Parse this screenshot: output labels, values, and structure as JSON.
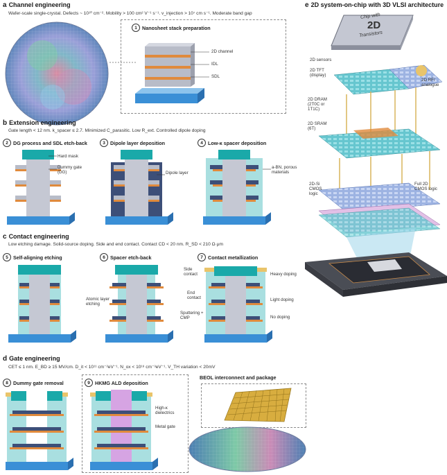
{
  "a": {
    "letter": "a",
    "title": "Channel engineering",
    "desc": "Wafer-scale single-crystal. Defects ~ 10¹⁰ cm⁻². Mobility > 100 cm² V⁻¹ s⁻¹. v_injection > 10⁷ cm s⁻¹. Moderate band gap",
    "step1": {
      "n": "1",
      "title": "Nanosheet stack preparation"
    },
    "labels": [
      "2D channel",
      "IDL",
      "SDL"
    ]
  },
  "b": {
    "letter": "b",
    "title": "Extension engineering",
    "desc": "Gate length < 12 nm. k_spacer ≤ 2.7. Minimized C_parasitic. Low R_ext. Controlled dipole doping",
    "step2": {
      "n": "2",
      "title": "DG process and SDL etch-back"
    },
    "step3": {
      "n": "3",
      "title": "Dipole layer deposition"
    },
    "step4": {
      "n": "4",
      "title": "Low-κ spacer deposition"
    },
    "labels": {
      "hard_mask": "Hard mask",
      "dummy_gate": "Dummy gate (DG)",
      "dipole": "Dipole layer",
      "abn": "a-BN, porous materials"
    }
  },
  "c": {
    "letter": "c",
    "title": "Contact engineering",
    "desc": "Low etching damage. Solid-source doping. Side and end contact. Contact CD < 20 nm. R_SD < 210 Ω·μm",
    "step5": {
      "n": "5",
      "title": "Self-aligning etching"
    },
    "step6": {
      "n": "6",
      "title": "Spacer etch-back"
    },
    "step7": {
      "n": "7",
      "title": "Contact metallization"
    },
    "labels": {
      "ale": "Atomic layer etching",
      "side": "Side contact",
      "end": "End contact",
      "sput": "Sputtering + CMP",
      "heavy": "Heavy doping",
      "light": "Light doping",
      "nodop": "No doping"
    }
  },
  "d": {
    "letter": "d",
    "title": "Gate engineering",
    "desc": "CET ≤ 1 nm. E_BD ≥ 15 MV/cm. D_it < 10¹¹ cm⁻²eV⁻¹. N_ox < 10¹⁸ cm⁻³eV⁻¹. V_TH variation < 20mV",
    "step8": {
      "n": "8",
      "title": "Dummy gate removal"
    },
    "step9": {
      "n": "9",
      "title": "HKMG ALD deposition"
    },
    "beol": "BEOL interconnect and package",
    "labels": {
      "hk": "High-κ dielectrics",
      "mg": "Metal gate"
    }
  },
  "e": {
    "letter": "e",
    "title": "2D system-on-chip with 3D VLSI architecture",
    "chip": {
      "line1": "Chip with",
      "line2": "2D",
      "line3": "Transistors"
    },
    "labels": {
      "sensors": "2D sensors",
      "tft": "2D TFT (display)",
      "rf": "2D RF/ analogue",
      "dram": "2D DRAM (2T0C or 1T1C)",
      "sram": "2D SRAM (6T)",
      "sicmos": "2D-Si CMOS logic",
      "full": "Full 2D CMOS logic"
    }
  },
  "colors": {
    "channel": "#e08a3c",
    "teal": "#1aa9a9",
    "gray": "#b8bcc8",
    "blue": "#3a8fd6",
    "spacer": "#a9dfe0",
    "dipole": "#3d4f78",
    "gate": "#d6a4e3",
    "gold": "#d8ad3f"
  }
}
